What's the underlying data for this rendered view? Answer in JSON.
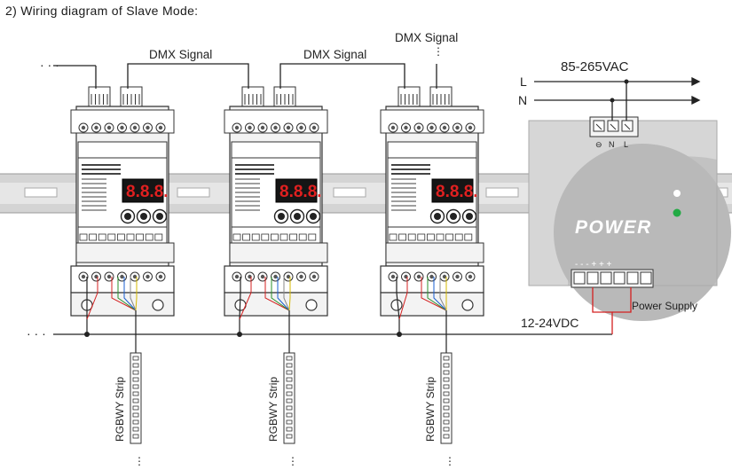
{
  "heading": "2) Wiring diagram of Slave Mode:",
  "labels": {
    "dmx_signal_1": "DMX Signal",
    "dmx_signal_2": "DMX Signal",
    "dmx_signal_3": "DMX Signal",
    "line_l": "L",
    "line_n": "N",
    "ac_input": "85-265VAC",
    "dc_output": "12-24VDC",
    "power_supply": "Power Supply",
    "psu_brand": "POWER",
    "psu_terminal_n": "N",
    "psu_terminal_l": "L",
    "ellipsis": "· · ·"
  },
  "decoders": [
    {
      "display": "8.8.8.",
      "strip_label": "RGBWY Strip"
    },
    {
      "display": "8.8.8.",
      "strip_label": "RGBWY Strip"
    },
    {
      "display": "8.8.8.",
      "strip_label": "RGBWY Strip"
    }
  ],
  "colors": {
    "wire": "#222222",
    "rail": "#c9c9c9",
    "decoder_body": "#f2f2f2",
    "display_bg": "#1a1a1a",
    "display_digit": "#e02020",
    "psu_body": "#d9d9d9",
    "psu_circle": "#bdbdbd",
    "psu_red_wire": "#d42020",
    "psu_green_led": "#22aa44"
  }
}
